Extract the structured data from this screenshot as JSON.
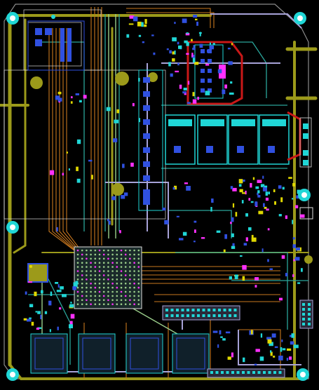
{
  "colors": {
    "background": "#000000",
    "board_outline": "#b8b8b8",
    "trace_top": "#c9771e",
    "trace_olive": "#9c9a1a",
    "trace_teal": "#2aa59a",
    "trace_lavender": "#a7a2d8",
    "trace_green": "#9acd8a",
    "pad_cyan": "#20d6d6",
    "pad_blue": "#3050e0",
    "pad_magenta": "#ff30ff",
    "pad_red": "#d01818",
    "via_yellow": "#e0d800",
    "silk_white": "#e0e0e0"
  },
  "layers": [
    "board-outline",
    "top-copper",
    "inner-copper",
    "bottom-copper",
    "pads",
    "vias",
    "silkscreen"
  ],
  "mounting_holes": [
    "top-left",
    "top-right",
    "left-middle",
    "right-middle",
    "bottom-left",
    "bottom-right"
  ],
  "chips": [
    "top-left-module",
    "bga-main",
    "ram-1",
    "ram-2",
    "ram-3",
    "ram-4",
    "connector-right-top",
    "transformer-1",
    "transformer-2",
    "transformer-3",
    "transformer-4",
    "header-row-center",
    "header-bottom",
    "header-right",
    "small-ic-left"
  ]
}
